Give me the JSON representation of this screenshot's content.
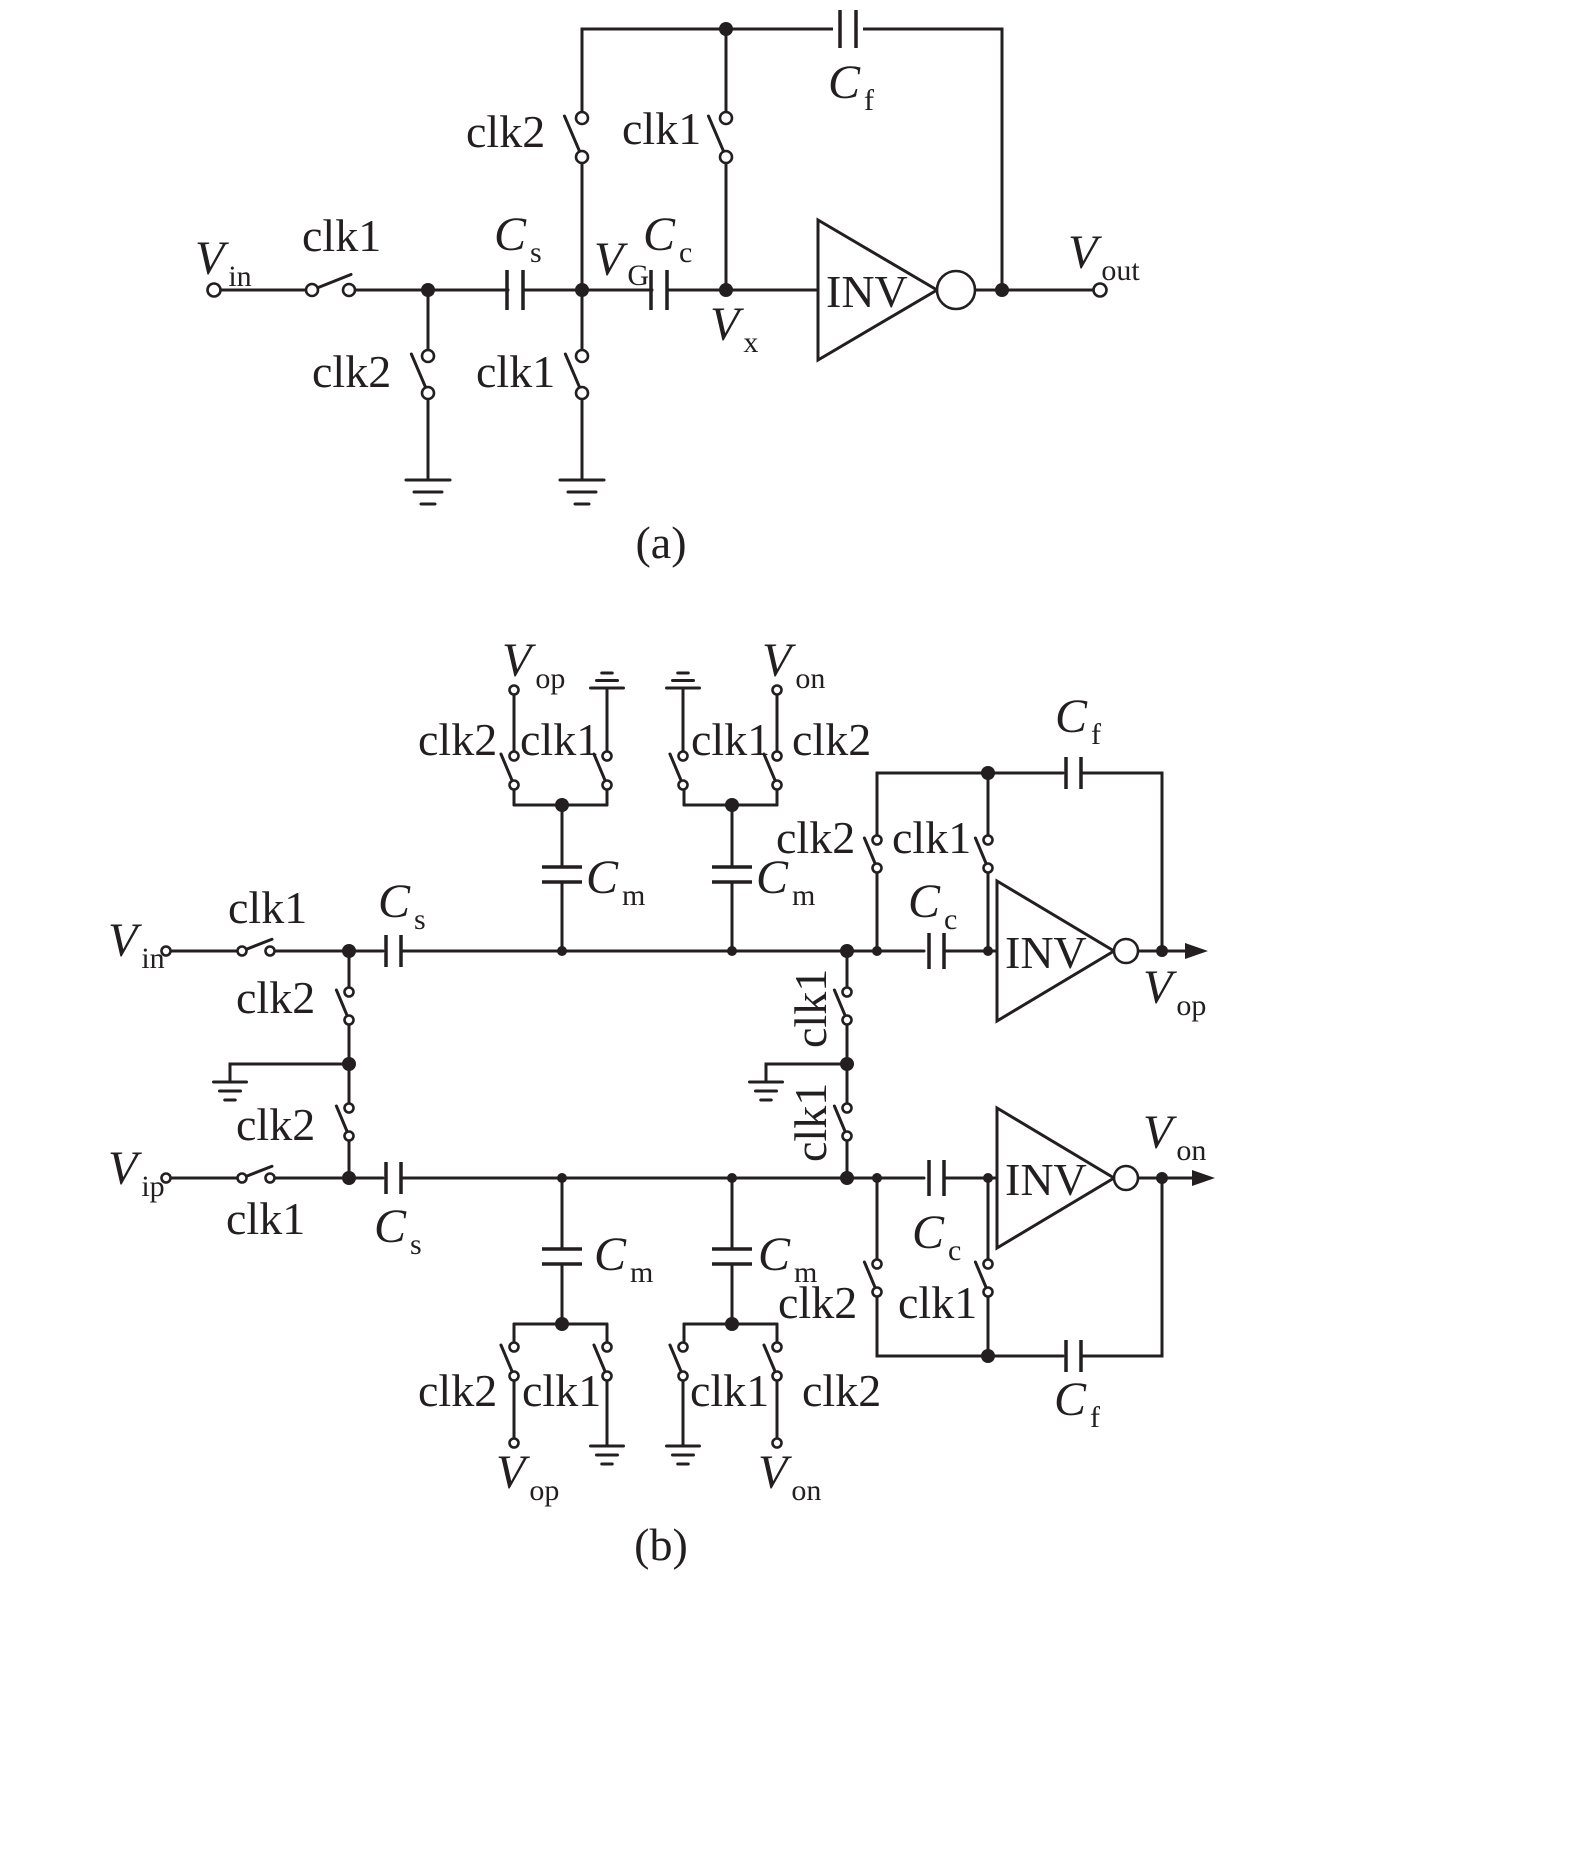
{
  "figure": {
    "captions": {
      "a": "(a)",
      "b": "(b)"
    }
  },
  "labels": {
    "clk1": "clk1",
    "clk2": "clk2",
    "inv": "INV"
  },
  "symbols": {
    "v": "V",
    "c": "C",
    "in": "in",
    "ip": "ip",
    "out": "out",
    "op": "op",
    "on": "on",
    "G": "G",
    "x": "x",
    "s": "s",
    "c_sub": "c",
    "f": "f",
    "m": "m"
  },
  "style": {
    "ink": "#231f20",
    "background": "#ffffff"
  }
}
